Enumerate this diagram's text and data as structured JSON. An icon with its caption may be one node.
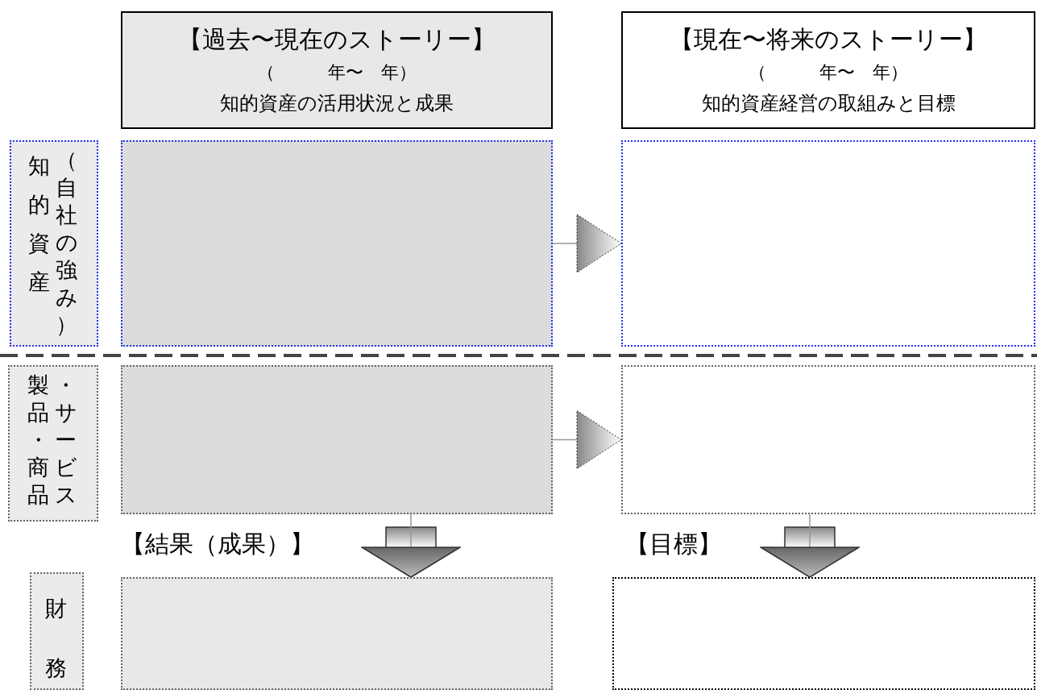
{
  "diagram": {
    "nodes": [
      {
        "text": [
          "【過去〜現在のストーリー】",
          "（　　　年〜　年）",
          "知的資産の活用状況と成果"
        ]
      },
      {
        "text": [
          "【現在〜将来のストーリー】",
          "（　　　年〜　年）",
          "知的資産経営の取組みと目標"
        ]
      },
      {
        "text": [
          "知的資産",
          "（自社の強み）"
        ]
      },
      {
        "text": [],
        "shape": "box"
      },
      {
        "text": [],
        "shape": "box"
      },
      {
        "text": [
          "製品・商品",
          "・サービス"
        ]
      },
      {
        "text": [],
        "shape": "box"
      },
      {
        "text": [],
        "shape": "box"
      },
      {
        "text": [
          "財務"
        ]
      },
      {
        "text": [],
        "shape": "box"
      },
      {
        "text": [],
        "shape": "box"
      }
    ],
    "edges": [
      {
        "from": 3,
        "to": 4,
        "arrow": "to"
      },
      {
        "from": 6,
        "to": 7,
        "arrow": "to"
      },
      {
        "from": 6,
        "to": 9,
        "arrow": "to"
      },
      {
        "from": 7,
        "to": 10,
        "arrow": "to"
      }
    ],
    "labels": [
      "【結果（成果）】",
      "【目標】"
    ]
  }
}
